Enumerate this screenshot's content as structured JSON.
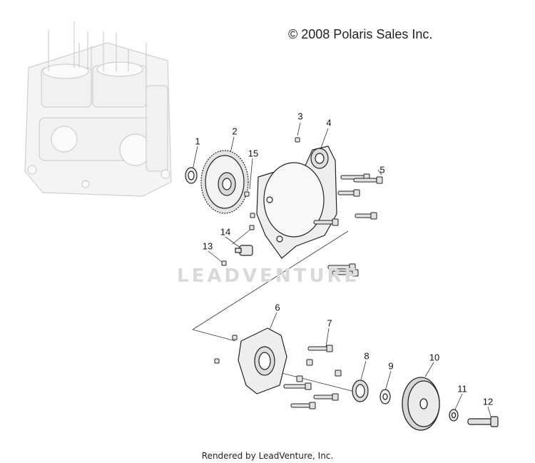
{
  "copyright": "© 2008 Polaris Sales Inc.",
  "footer": "Rendered by LeadVenture, Inc.",
  "watermark": "LEADVENTURE",
  "callouts": [
    "1",
    "2",
    "3",
    "4",
    "5",
    "6",
    "7",
    "8",
    "9",
    "10",
    "11",
    "12",
    "13",
    "14",
    "15"
  ]
}
